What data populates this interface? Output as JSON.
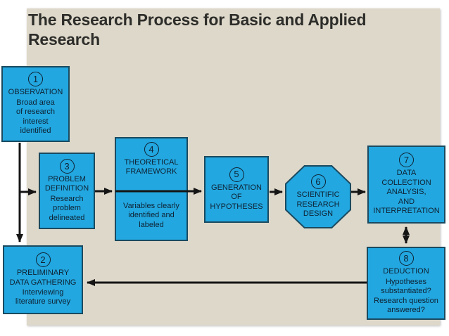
{
  "slide": {
    "title": "The Research Process for Basic and Applied Research",
    "background_color": "#ded8ca",
    "box_fill_color": "#22a7e0",
    "box_border_color": "#1a4a60",
    "arrow_color": "#151515",
    "text_color": "#0f2233"
  },
  "nodes": [
    {
      "id": "observation",
      "num": "1",
      "heading": "OBSERVATION",
      "body": "Broad area\nof research\ninterest\nidentified",
      "shape": "rect"
    },
    {
      "id": "preliminary-data-gathering",
      "num": "2",
      "heading": "PRELIMINARY\nDATA GATHERING",
      "body": "Interviewing\nliterature survey",
      "shape": "rect"
    },
    {
      "id": "problem-definition",
      "num": "3",
      "heading": "PROBLEM\nDEFINITION",
      "body": "Research\nproblem\ndelineated",
      "shape": "rect"
    },
    {
      "id": "theoretical-framework",
      "num": "4",
      "heading": "THEORETICAL\nFRAMEWORK",
      "body": "Variables clearly\nidentified and\nlabeled",
      "shape": "rect"
    },
    {
      "id": "generation-of-hypotheses",
      "num": "5",
      "heading": "GENERATION\nOF\nHYPOTHESES",
      "body": "",
      "shape": "rect"
    },
    {
      "id": "scientific-research-design",
      "num": "6",
      "heading": "SCIENTIFIC\nRESEARCH\nDESIGN",
      "body": "",
      "shape": "octagon"
    },
    {
      "id": "data-collection-analysis-interpretation",
      "num": "7",
      "heading": "DATA\nCOLLECTION\nANALYSIS,\nAND\nINTERPRETATION",
      "body": "",
      "shape": "rect"
    },
    {
      "id": "deduction",
      "num": "8",
      "heading": "DEDUCTION",
      "body": "Hypotheses\nsubstantiated?\nResearch question\nanswered?",
      "shape": "rect"
    }
  ]
}
